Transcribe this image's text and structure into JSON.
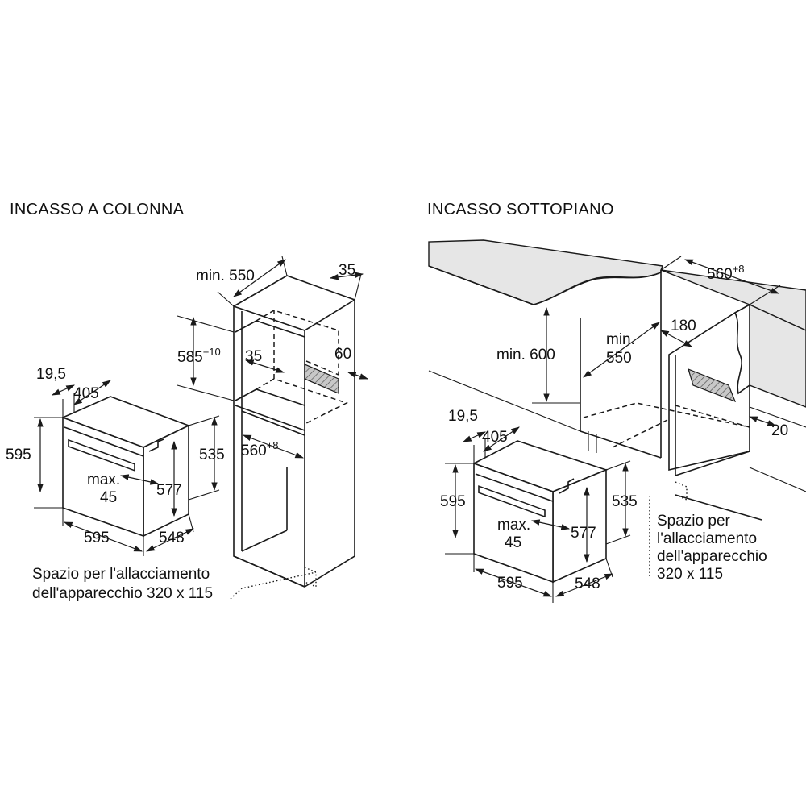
{
  "left": {
    "title": "INCASSO A COLONNA",
    "oven": {
      "d_19_5": "19,5",
      "d_405": "405",
      "d_595_h": "595",
      "d_max": "max.",
      "d_45": "45",
      "d_577": "577",
      "d_535": "535",
      "d_595_w": "595",
      "d_548": "548"
    },
    "cabinet": {
      "d_min550": "min. 550",
      "d_35_top": "35",
      "d_585": "585",
      "d_585_sup": "+10",
      "d_35_mid": "35",
      "d_60": "60",
      "d_560": "560",
      "d_560_sup": "+8"
    },
    "note_line1": "Spazio per l'allacciamento",
    "note_line2": "dell'apparecchio 320 x 115"
  },
  "right": {
    "title": "INCASSO SOTTOPIANO",
    "cabinet": {
      "d_560": "560",
      "d_560_sup": "+8",
      "d_min600": "min. 600",
      "d_min": "min.",
      "d_550": "550",
      "d_180": "180",
      "d_20": "20"
    },
    "oven": {
      "d_19_5": "19,5",
      "d_405": "405",
      "d_595_h": "595",
      "d_max": "max.",
      "d_45": "45",
      "d_577": "577",
      "d_535": "535",
      "d_595_w": "595",
      "d_548": "548"
    },
    "note_line1": "Spazio per",
    "note_line2": "l'allacciamento",
    "note_line3": "dell'apparecchio",
    "note_line4": "320 x 115"
  }
}
